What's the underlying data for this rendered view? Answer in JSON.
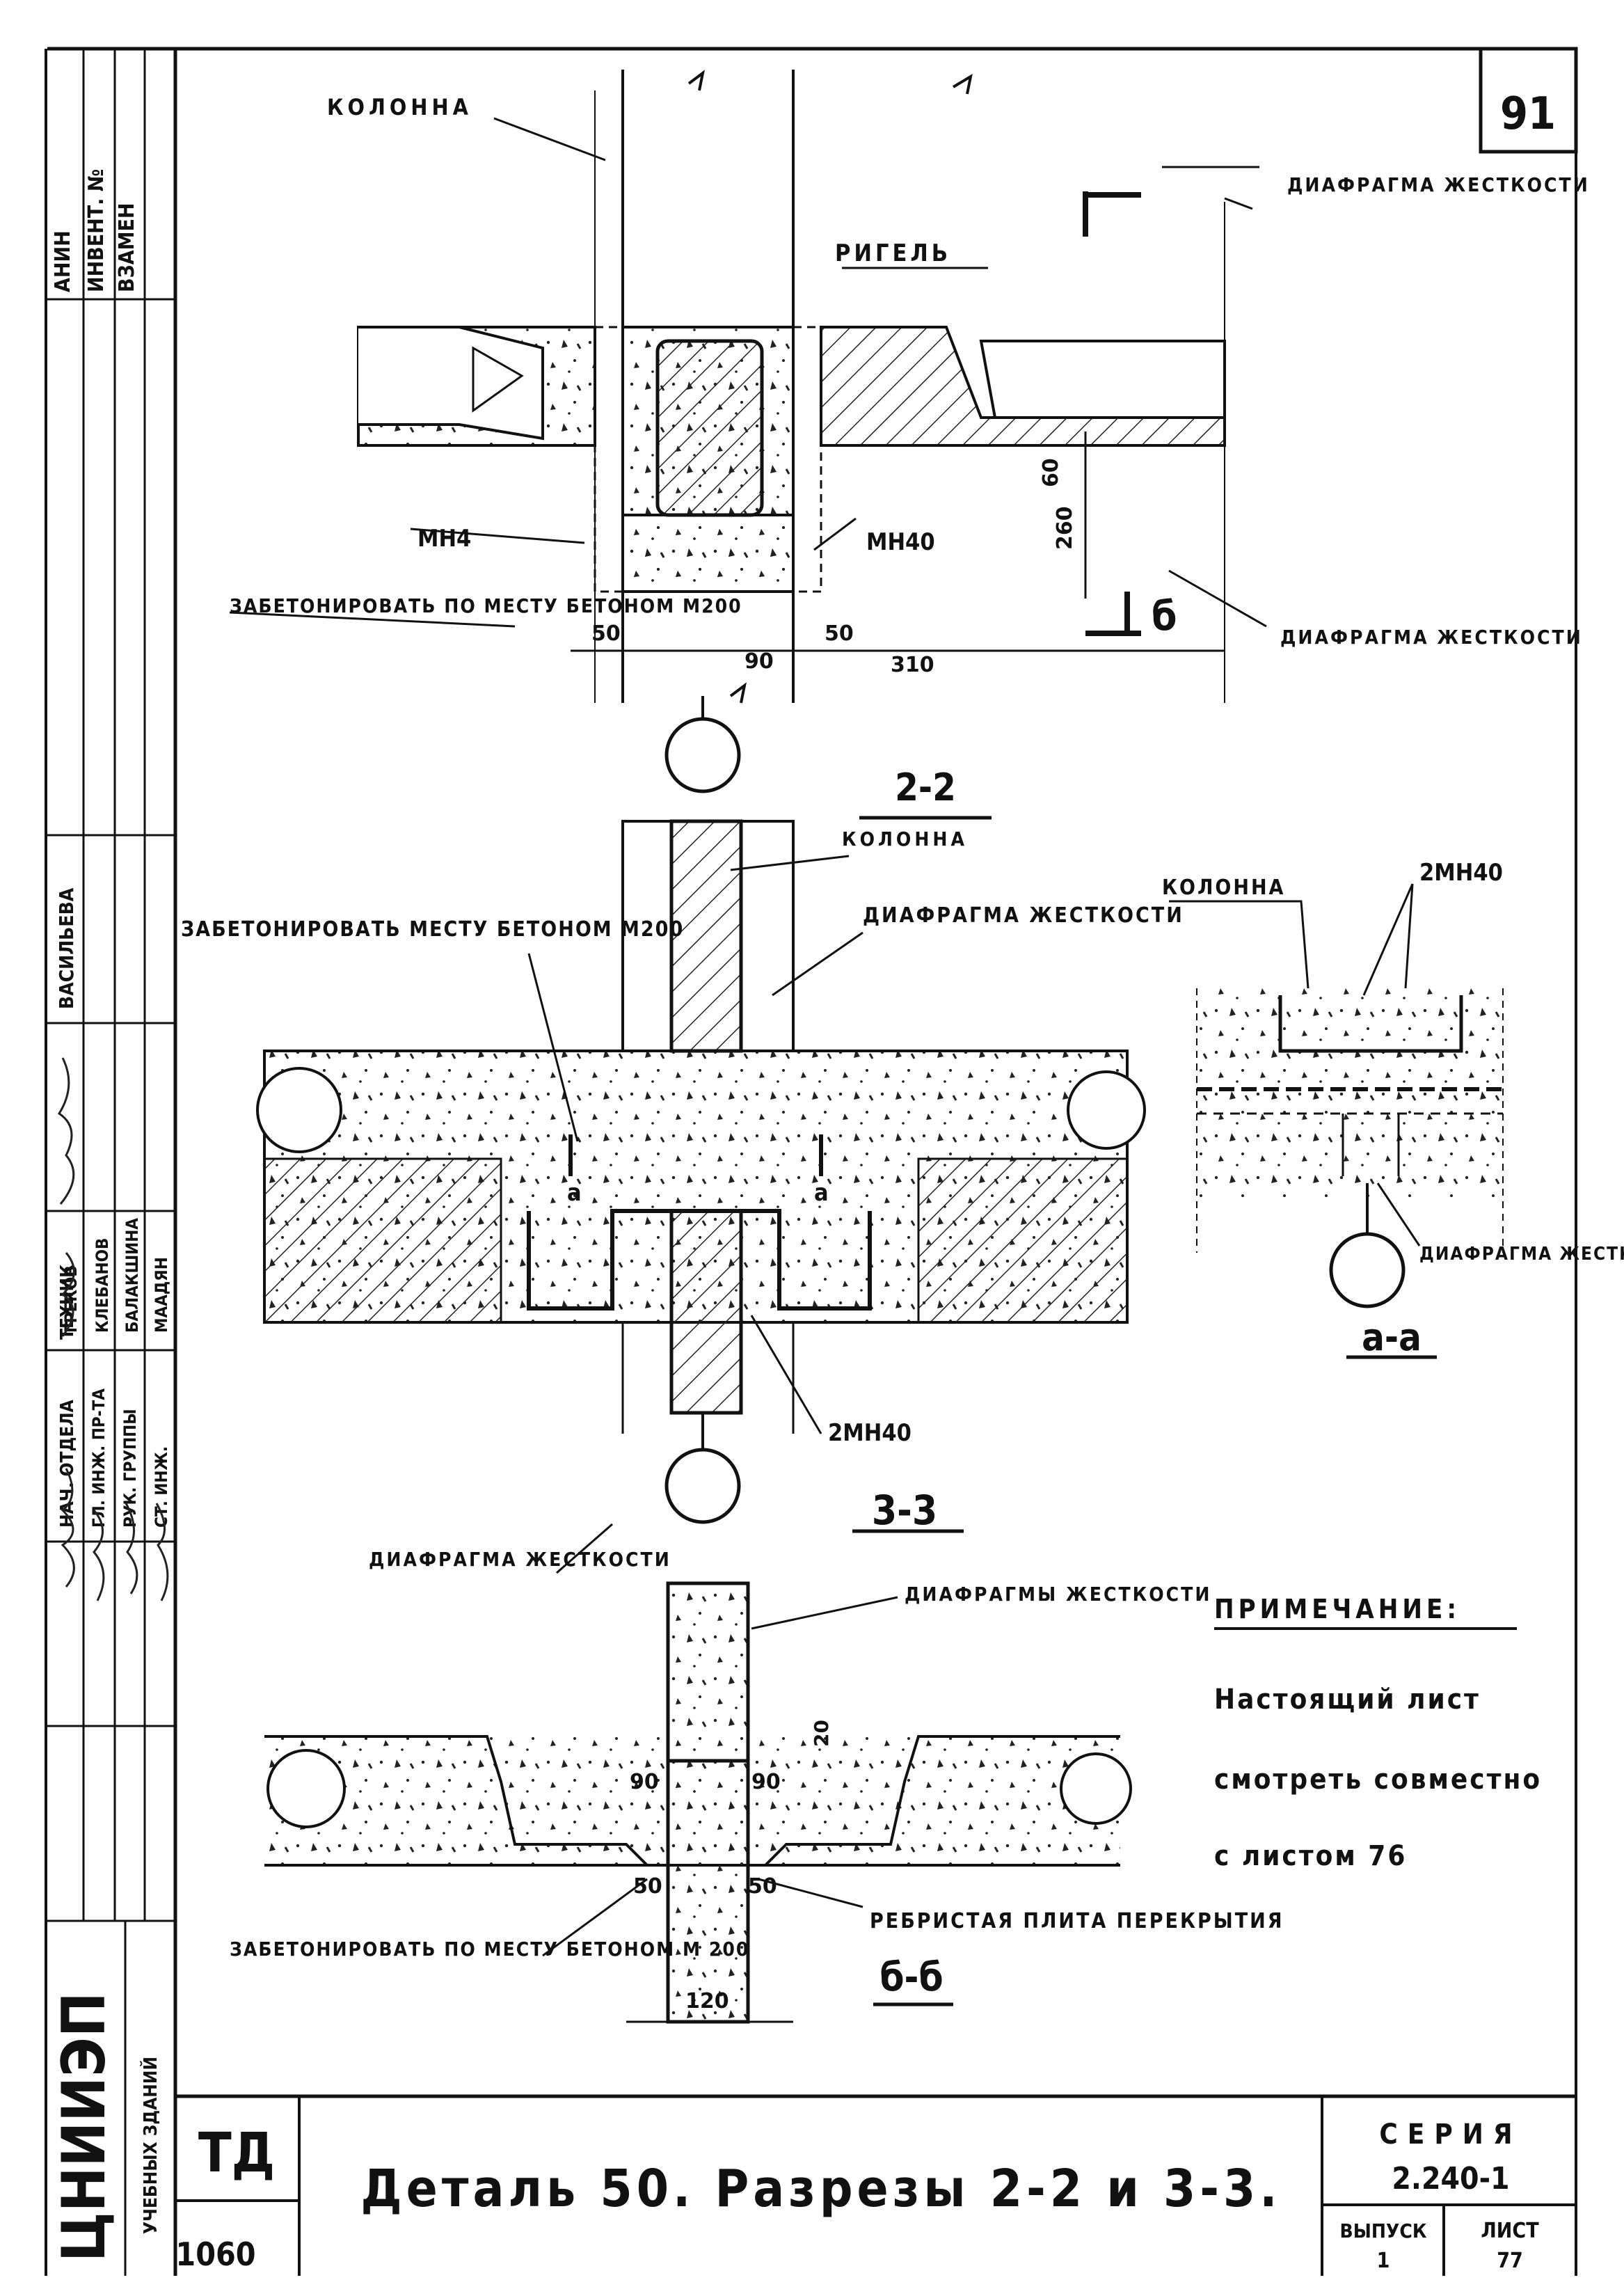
{
  "sheet_number": "91",
  "stamp": {
    "side_labels": [
      "АНИН",
      "ИНВЕНТ. №",
      "ВЗАМЕН"
    ],
    "approver_name": "ВАСИЛЬЕВА",
    "roles": [
      "НАЧ. ОТДЕЛА",
      "ГЛ. ИНЖ. ПР-ТА",
      "РУК. ГРУППЫ",
      "СТ. ИНЖ.",
      "ТЕХНИК"
    ],
    "names": [
      "ГРЕКОВ",
      "КЛЕБАНОВ",
      "БАЛАКШИНА",
      "МААДЯН"
    ],
    "institute": "ЦНИИЭП",
    "institute_sub": "УЧЕБНЫХ ЗДАНИЙ",
    "doc_code": "ТД",
    "doc_year": "1060",
    "title": "Деталь 50. Разрезы 2-2 и 3-3.",
    "series_label": "СЕРИЯ",
    "series_value": "2.240-1",
    "issue_label": "ВЫПУСК",
    "issue_value": "1",
    "sheet_label": "ЛИСТ",
    "sheet_value": "77"
  },
  "section_top": {
    "labels": {
      "column": "КОЛОННА",
      "crossbar": "РИГЕЛЬ",
      "diaphragm_top": "ДИАФРАГМА ЖЕСТКОСТИ",
      "mn4": "МН4",
      "mn40": "МН40",
      "concrete_note": "ЗАБЕТОНИРОВАТЬ ПО МЕСТУ БЕТОНОМ М200",
      "diaphragm_right": "ДИАФРАГМА ЖЕСТКОСТИ",
      "section_mark": "б"
    },
    "dims": {
      "d50a": "50",
      "d90": "90",
      "d50b": "50",
      "d310": "310",
      "d60": "60",
      "d260": "260"
    }
  },
  "section_22": {
    "title": "2-2",
    "labels": {
      "column": "КОЛОННА",
      "concrete_note": "ЗАБЕТОНИРОВАТЬ МЕСТУ БЕТОНОМ М200",
      "diaphragm": "ДИАФРАГМА ЖЕСТКОСТИ",
      "mark_a": "а",
      "mn40": "2МН40"
    }
  },
  "section_aa": {
    "title": "а-а",
    "labels": {
      "column": "КОЛОННА",
      "mn40": "2МН40",
      "diaphragm": "ДИАФРАГМА ЖЕСТКОСТИ"
    }
  },
  "section_33": {
    "title": "3-3",
    "labels": {
      "diaphragm_left": "ДИАФРАГМА ЖЕСТКОСТИ",
      "diaphragm_top": "ДИАФРАГМЫ ЖЕСТКОСТИ",
      "concrete_note": "ЗАБЕТОНИРОВАТЬ ПО МЕСТУ БЕТОНОМ М 200",
      "ribbed_slab": "РЕБРИСТАЯ ПЛИТА ПЕРЕКРЫТИЯ"
    },
    "dims": {
      "d20": "20",
      "d90a": "90",
      "d90b": "90",
      "d50a": "50",
      "d50b": "50",
      "d120": "120"
    }
  },
  "section_bb": {
    "title": "б-б"
  },
  "note": {
    "heading": "ПРИМЕЧАНИЕ:",
    "lines": [
      "Настоящий лист",
      "смотреть совместно",
      "с листом 76"
    ]
  }
}
